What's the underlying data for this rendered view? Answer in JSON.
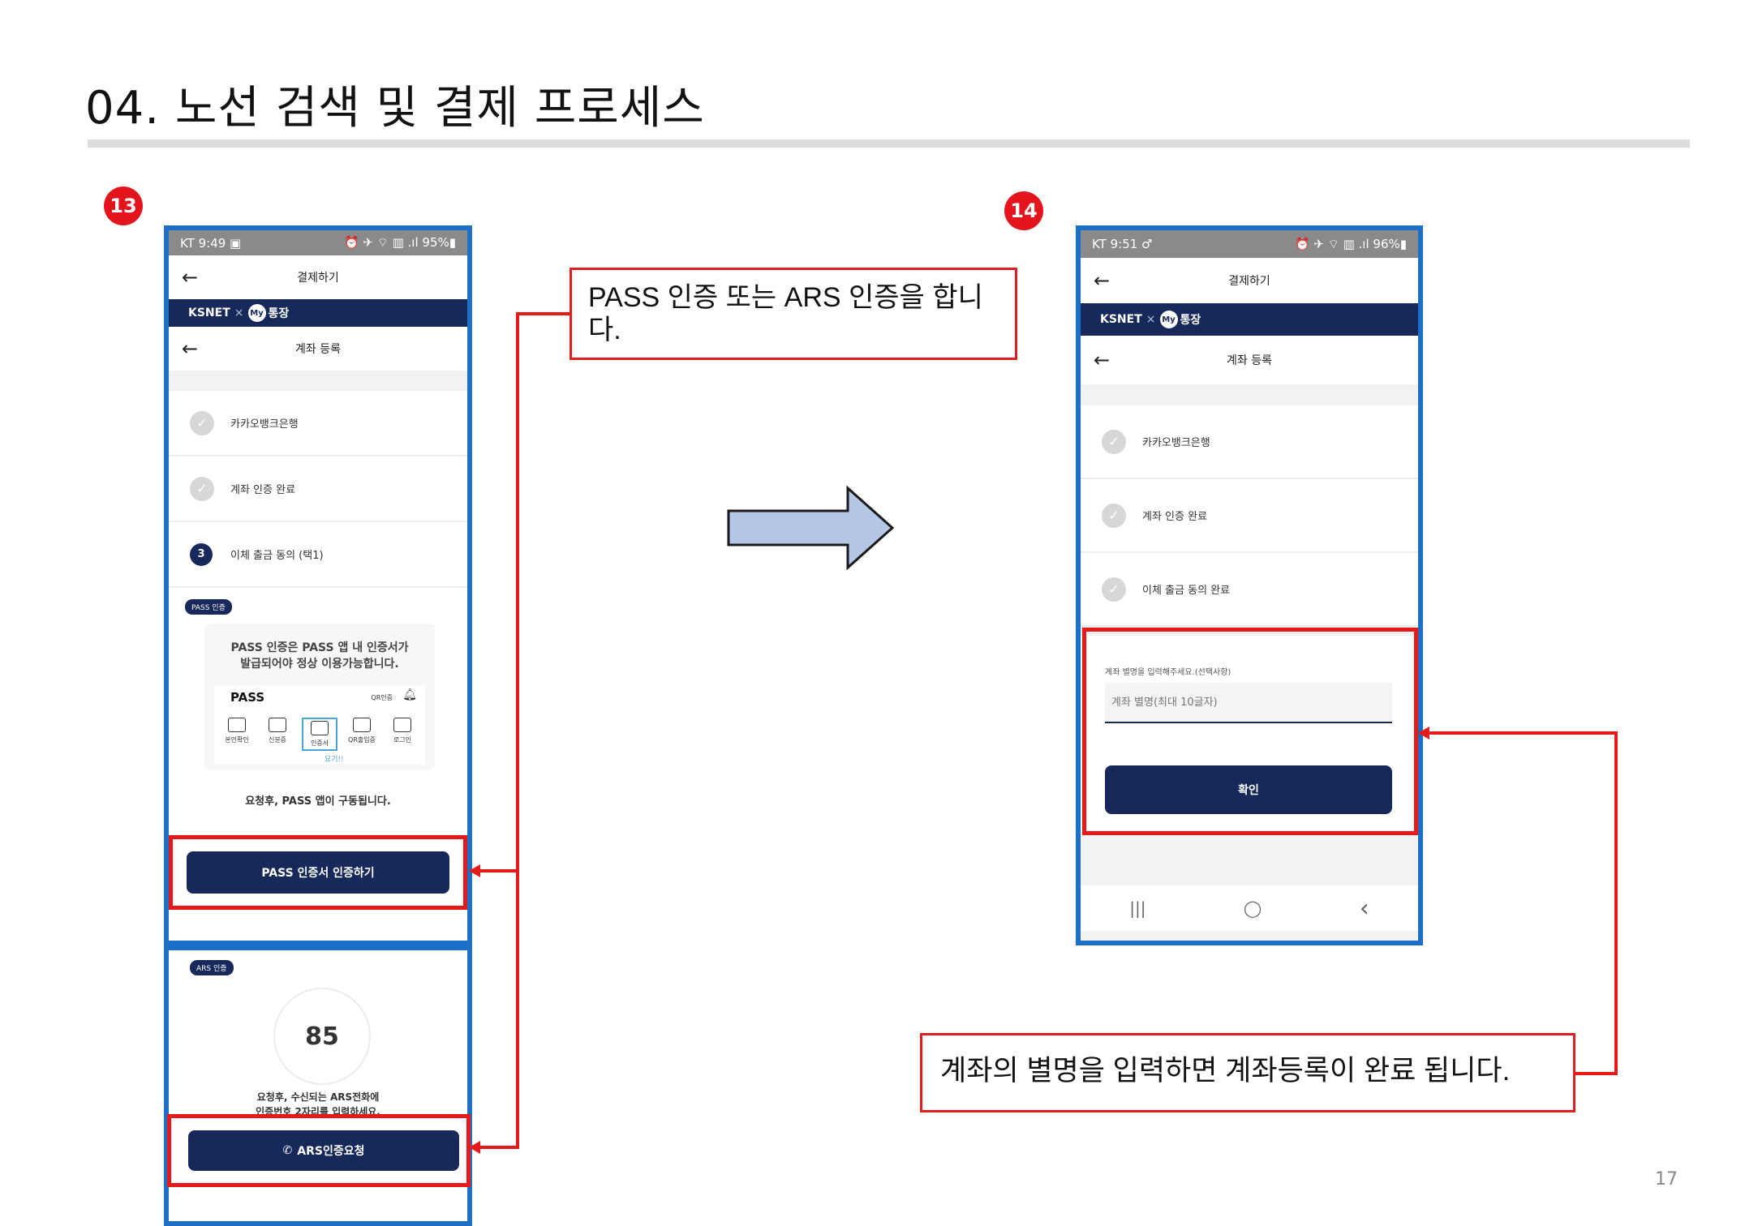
{
  "slide": {
    "title": "04. 노선 검색 및 결제 프로세스",
    "page_number": "17"
  },
  "step13": {
    "badge": "13",
    "status_left": "KT 9:49 ▣",
    "status_right": "⏰ ✈ ⌔ ▥ .ıl 95%▮",
    "header_title": "결제하기",
    "brand_ksnet": "KSNET",
    "brand_x": "×",
    "brand_my": "My",
    "brand_account": "통장",
    "subheader_title": "계좌 등록",
    "steps": [
      {
        "marker": "✓",
        "label": "카카오뱅크은행"
      },
      {
        "marker": "✓",
        "label": "계좌 인증 완료"
      },
      {
        "marker": "3",
        "label": "이체 출금 동의 (택1)"
      }
    ],
    "pass_pill": "PASS 인증",
    "pass_info_line1": "PASS 인증은 PASS 앱 내 인증서가",
    "pass_info_line2": "발급되어야 정상 이용가능합니다.",
    "pass_logo": "PASS",
    "pass_qr_label": "QR인증",
    "pass_icons": [
      "본인확인",
      "신분증",
      "인증서",
      "QR출입증",
      "로그인"
    ],
    "pass_hint": "요기!!",
    "pass_note": "요청후, PASS 앱이 구동됩니다.",
    "pass_button": "PASS 인증서 인증하기",
    "ars_pill": "ARS 인증",
    "ars_code": "85",
    "ars_note_line1": "요청후, 수신되는 ARS전화에",
    "ars_note_line2": "인증번호 2자리를 입력하세요.",
    "ars_button": "ARS인증요청"
  },
  "step14": {
    "badge": "14",
    "status_left": "KT 9:51 ♂",
    "status_right": "⏰ ✈ ⌔ ▥ .ıl 96%▮",
    "header_title": "결제하기",
    "brand_ksnet": "KSNET",
    "brand_x": "×",
    "brand_my": "My",
    "brand_account": "통장",
    "subheader_title": "계좌 등록",
    "steps": [
      {
        "marker": "✓",
        "label": "카카오뱅크은행"
      },
      {
        "marker": "✓",
        "label": "계좌 인증 완료"
      },
      {
        "marker": "✓",
        "label": "이체 출금 동의 완료"
      }
    ],
    "alias_label": "계좌 별명을 입력해주세요.(선택사항)",
    "alias_placeholder": "계좌 별명(최대 10글자)",
    "confirm_button": "확인",
    "nav_recent": "|||",
    "nav_home": "◯",
    "nav_back": "‹"
  },
  "callouts": {
    "auth_line1": "PASS 인증 또는 ARS 인증을 합니",
    "auth_line2": "다.",
    "alias": "계좌의 별명을 입력하면 계좌등록이 완료 됩니다."
  }
}
